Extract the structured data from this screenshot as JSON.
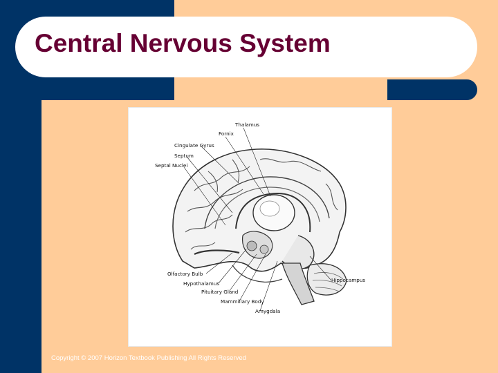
{
  "slide": {
    "title": "Central Nervous System",
    "footer": "Copyright © 2007 Horizon Textbook Publishing All Rights Reserved"
  },
  "diagram": {
    "labels": {
      "thalamus": "Thalamus",
      "fornix": "Fornix",
      "cingulate_gyrus": "Cingulate Gyrus",
      "septum": "Septum",
      "septal_nuclei": "Septal Nuclei",
      "olfactory_bulb": "Olfactory Bulb",
      "hypothalamus": "Hypothalamus",
      "pituitary_gland": "Pituitary Gland",
      "mammillary_body": "Mammillary Body",
      "amygdala": "Amygdala",
      "hippocampus": "Hippocampus"
    }
  },
  "colors": {
    "navy": "#003366",
    "peach": "#ffcc99",
    "title_text": "#660033",
    "white": "#ffffff"
  }
}
